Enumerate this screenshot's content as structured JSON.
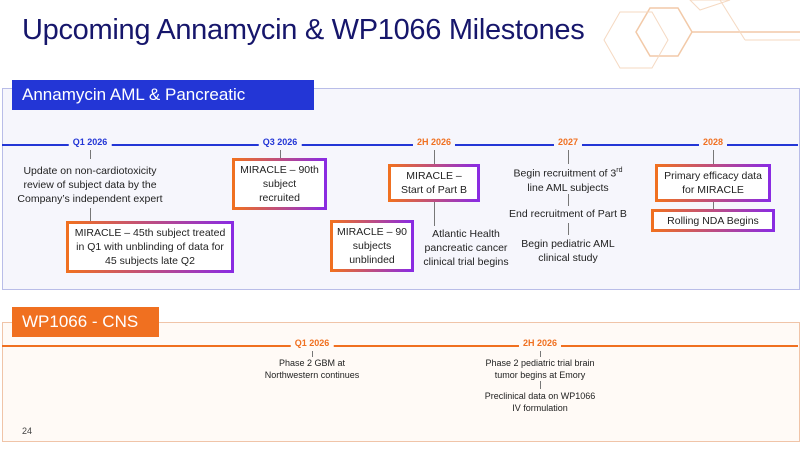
{
  "title": "Upcoming Annamycin & WP1066 Milestones",
  "colors": {
    "title": "#16166b",
    "blue": "#2336d6",
    "orange": "#f07020",
    "purple": "#8a2be2"
  },
  "annamycin": {
    "banner": "Annamycin AML & Pancreatic",
    "periods": [
      "Q1 2026",
      "Q3 2026",
      "2H 2026",
      "2027",
      "2028"
    ],
    "q1_text": [
      "Update on non-cardiotoxicity",
      "review of subject data by the",
      "Company’s independent expert"
    ],
    "q1_box": [
      "MIRACLE – 45th subject treated",
      "in Q1 with unblinding of data for",
      "45 subjects late Q2"
    ],
    "q3_box": [
      "MIRACLE – 90th",
      "subject",
      "recruited"
    ],
    "h2_box_top": [
      "MIRACLE –",
      "Start of Part B"
    ],
    "h2_box_bottom": [
      "MIRACLE – 90",
      "subjects",
      "unblinded"
    ],
    "h2_text": [
      "Atlantic Health",
      "pancreatic cancer",
      "clinical trial begins"
    ],
    "y2027_line1_pre": "Begin recruitment of 3",
    "y2027_line1_sup": "rd",
    "y2027_line2": "line AML subjects",
    "y2027_item2": "End recruitment of Part B",
    "y2027_item3": [
      "Begin pediatric AML",
      "clinical study"
    ],
    "y2028_box1": [
      "Primary efficacy data",
      "for MIRACLE"
    ],
    "y2028_box2": "Rolling NDA Begins"
  },
  "wp1066": {
    "banner": "WP1066 - CNS",
    "periods": [
      "Q1 2026",
      "2H 2026"
    ],
    "q1_text": [
      "Phase 2 GBM at",
      "Northwestern continues"
    ],
    "h2_text1": [
      "Phase 2 pediatric trial brain",
      "tumor begins at Emory"
    ],
    "h2_text2": [
      "Preclinical data on WP1066",
      "IV formulation"
    ]
  },
  "page_number": "24"
}
